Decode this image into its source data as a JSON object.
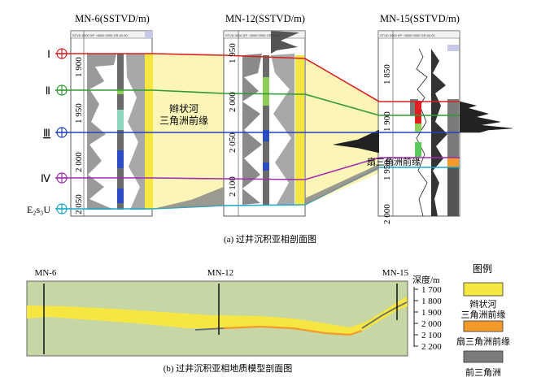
{
  "panel_a": {
    "caption": "(a) 过井沉积亚相剖面图",
    "wells": [
      {
        "name": "MN-6(SSTVD/m)",
        "depths": [
          "1 900",
          "1 950",
          "2 000",
          "2 050"
        ]
      },
      {
        "name": "MN-12(SSTVD/m)",
        "depths": [
          "1 950",
          "2 000",
          "2 050",
          "2 100"
        ]
      },
      {
        "name": "MN-15(SSTVD/m)",
        "depths": [
          "1 850",
          "1 900",
          "1 950",
          "2 000"
        ]
      }
    ],
    "log_header": "STVD 0000 SP ~8000 0000 GR 60.00",
    "horizons": [
      {
        "label": "Ⅰ",
        "color": "#d92020"
      },
      {
        "label": "Ⅱ",
        "color": "#2e9a2e"
      },
      {
        "label": "Ⅲ",
        "color": "#2040c0"
      },
      {
        "label": "Ⅳ",
        "color": "#a02ab0"
      },
      {
        "label": "E₂s₃U",
        "color": "#18a8c8"
      }
    ],
    "facies_labels": {
      "braided": "辫状河\n三角洲前缘",
      "fan": "扇三角洲前缘"
    }
  },
  "panel_b": {
    "caption": "(b) 过井沉积亚相地质模型剖面图",
    "wells": [
      "MN-6",
      "MN-12",
      "MN-15"
    ],
    "depth_title": "深度/m",
    "depth_ticks": [
      "1 700",
      "1 800",
      "1 900",
      "2 000",
      "2 100",
      "2 200"
    ]
  },
  "legend": {
    "title": "图例",
    "items": [
      {
        "label": "辫状河\n三角洲前缘",
        "color": "#f5e642"
      },
      {
        "label": "扇三角洲前缘",
        "color": "#f39a2a"
      },
      {
        "label": "前三角洲",
        "color": "#7b7b7b"
      }
    ]
  },
  "colors": {
    "braided_fill": "#fbf6b8",
    "section_green": "#c6d6a5",
    "well_yellow": "#f5e642",
    "gray_sand": "#a8a8a8",
    "dark_gray": "#555555"
  }
}
